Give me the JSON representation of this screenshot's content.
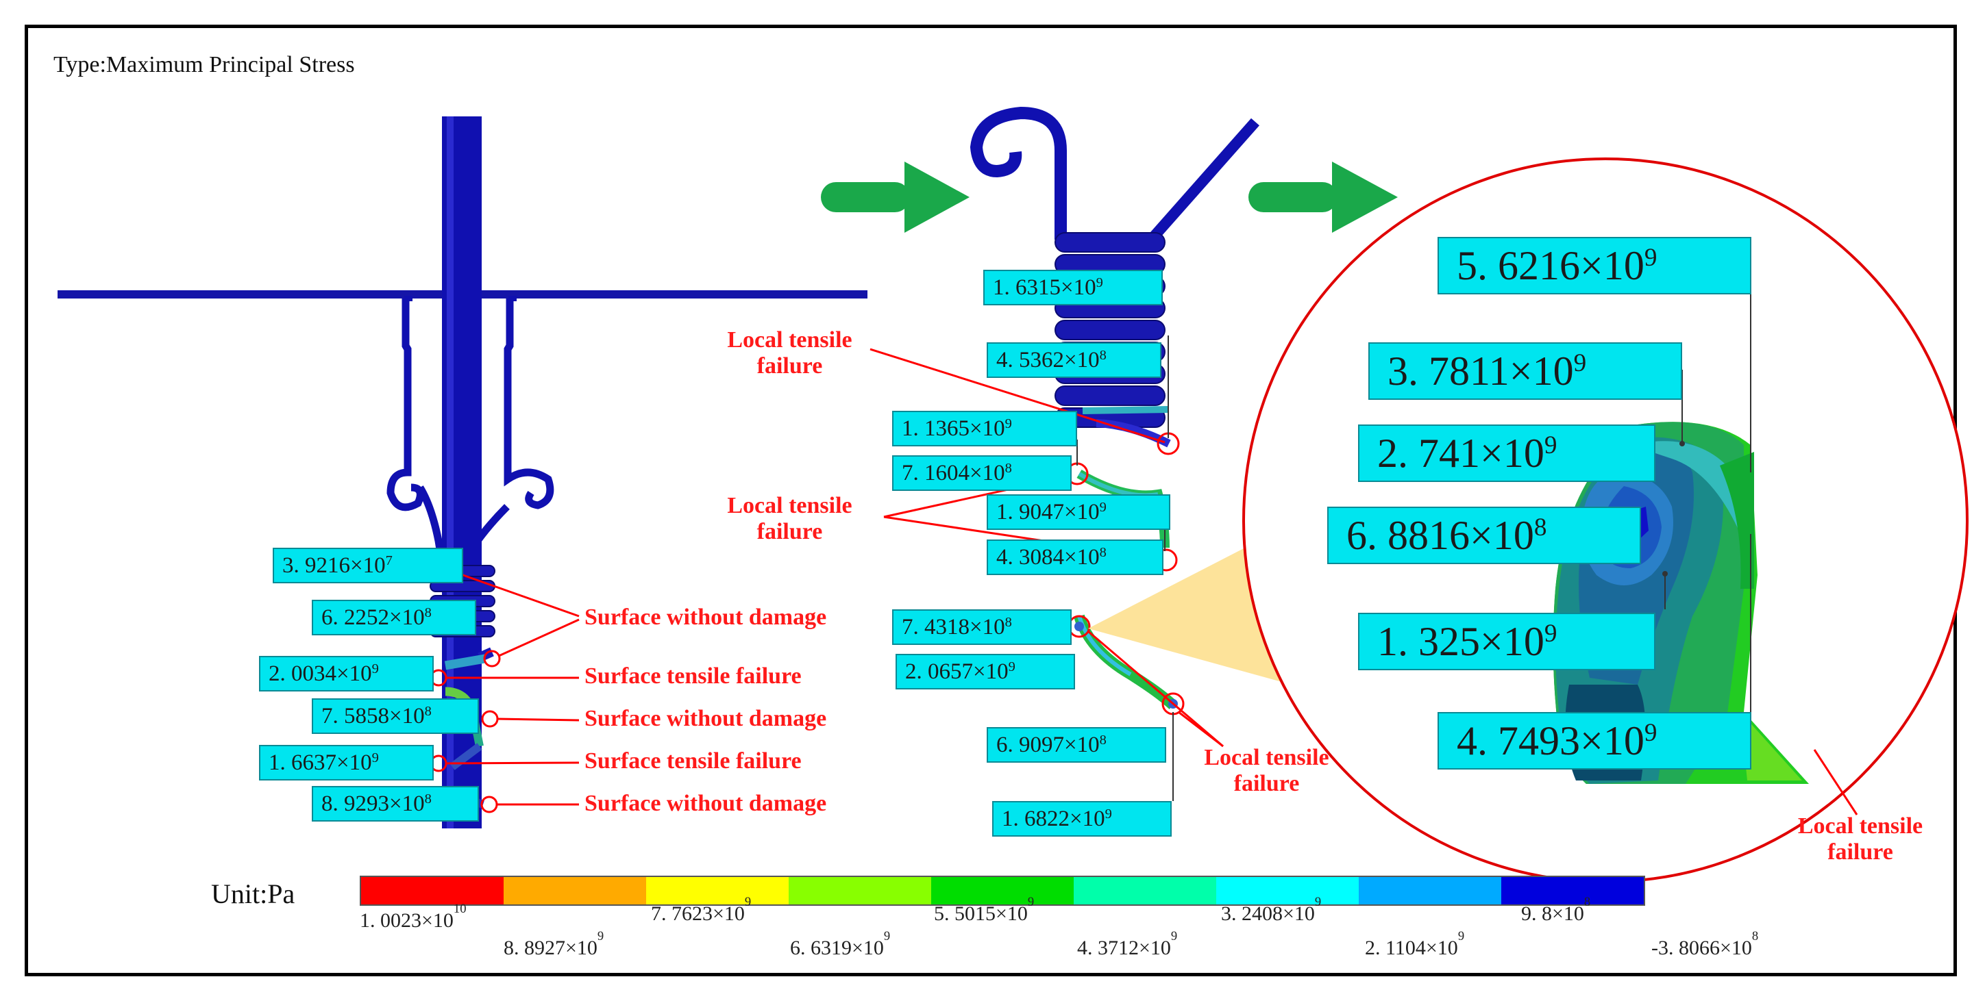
{
  "title": "Type:Maximum Principal Stress",
  "callouts_left": [
    {
      "mantissa": "3. 9216",
      "exp": "7"
    },
    {
      "mantissa": "6. 2252",
      "exp": "8"
    },
    {
      "mantissa": "2. 0034",
      "exp": "9"
    },
    {
      "mantissa": "7. 5858",
      "exp": "8"
    },
    {
      "mantissa": "1. 6637",
      "exp": "9"
    },
    {
      "mantissa": "8. 9293",
      "exp": "8"
    }
  ],
  "callouts_middle": [
    {
      "mantissa": "1. 6315",
      "exp": "9"
    },
    {
      "mantissa": "4. 5362",
      "exp": "8"
    },
    {
      "mantissa": "1. 1365",
      "exp": "9"
    },
    {
      "mantissa": "7. 1604",
      "exp": "8"
    },
    {
      "mantissa": "1. 9047",
      "exp": "9"
    },
    {
      "mantissa": "4. 3084",
      "exp": "8"
    },
    {
      "mantissa": "7. 4318",
      "exp": "8"
    },
    {
      "mantissa": "2. 0657",
      "exp": "9"
    },
    {
      "mantissa": "6. 9097",
      "exp": "8"
    },
    {
      "mantissa": "1. 6822",
      "exp": "9"
    }
  ],
  "callouts_zoom": [
    {
      "mantissa": "5. 6216",
      "exp": "9"
    },
    {
      "mantissa": "3. 7811",
      "exp": "9"
    },
    {
      "mantissa": "2. 741",
      "exp": "9"
    },
    {
      "mantissa": "6. 8816",
      "exp": "8"
    },
    {
      "mantissa": "1. 325",
      "exp": "9"
    },
    {
      "mantissa": "4. 7493",
      "exp": "9"
    }
  ],
  "times_symbol": "×10",
  "labels_left": [
    "Surface without damage",
    "Surface tensile failure",
    "Surface without damage",
    "Surface tensile failure",
    "Surface without damage"
  ],
  "labels_middle": [
    {
      "line1": "Local tensile",
      "line2": "failure"
    },
    {
      "line1": "Local tensile",
      "line2": "failure"
    },
    {
      "line1": "Local tensile",
      "line2": "failure"
    }
  ],
  "label_zoom": {
    "line1": "Local tensile",
    "line2": "failure"
  },
  "unit": "Unit:Pa",
  "colorbar": {
    "colors": [
      "#ff0000",
      "#ffaa00",
      "#ffff00",
      "#88ff00",
      "#00dd00",
      "#00ffaa",
      "#00ffff",
      "#00aaff",
      "#0000dd"
    ],
    "ticks_top": [
      {
        "mantissa": "1. 0023",
        "exp": "10"
      },
      {
        "mantissa": "7. 7623",
        "exp": "9"
      },
      {
        "mantissa": "5. 5015",
        "exp": "9"
      },
      {
        "mantissa": "3. 2408",
        "exp": "9"
      },
      {
        "mantissa": "9. 8",
        "exp": "8"
      }
    ],
    "ticks_bottom": [
      {
        "mantissa": "8. 8927",
        "exp": "9"
      },
      {
        "mantissa": "6. 6319",
        "exp": "9"
      },
      {
        "mantissa": "4. 3712",
        "exp": "9"
      },
      {
        "mantissa": "2. 1104",
        "exp": "9"
      },
      {
        "mantissa": "-3. 8066",
        "exp": "8"
      }
    ]
  }
}
